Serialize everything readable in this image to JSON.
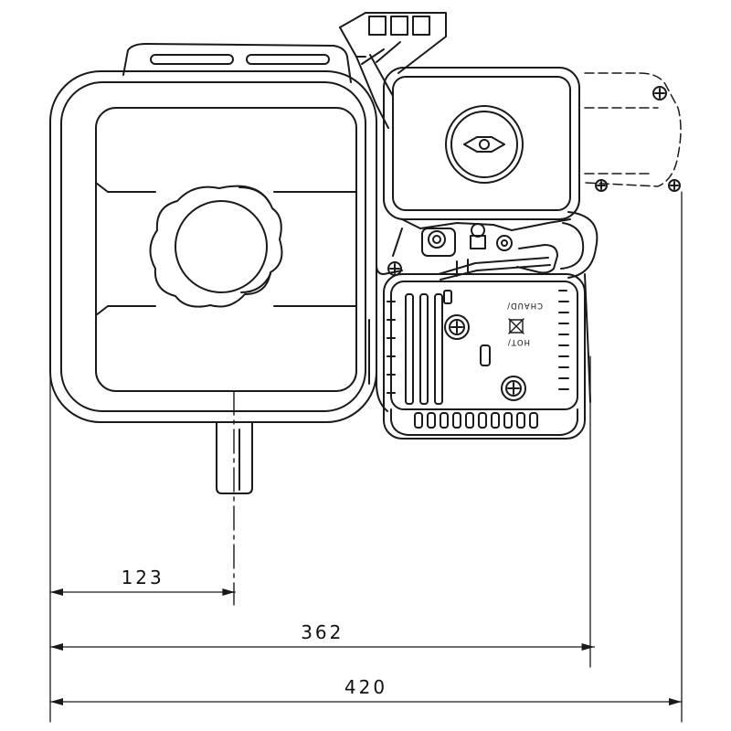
{
  "dimensions": [
    {
      "label": "123",
      "value": 123
    },
    {
      "label": "362",
      "value": 362
    },
    {
      "label": "420",
      "value": 420
    }
  ],
  "muffler_label": {
    "line1": "HOT/",
    "line2": "CHAUD/"
  },
  "colors": {
    "stroke": "#1a1a1a",
    "background": "#ffffff"
  }
}
